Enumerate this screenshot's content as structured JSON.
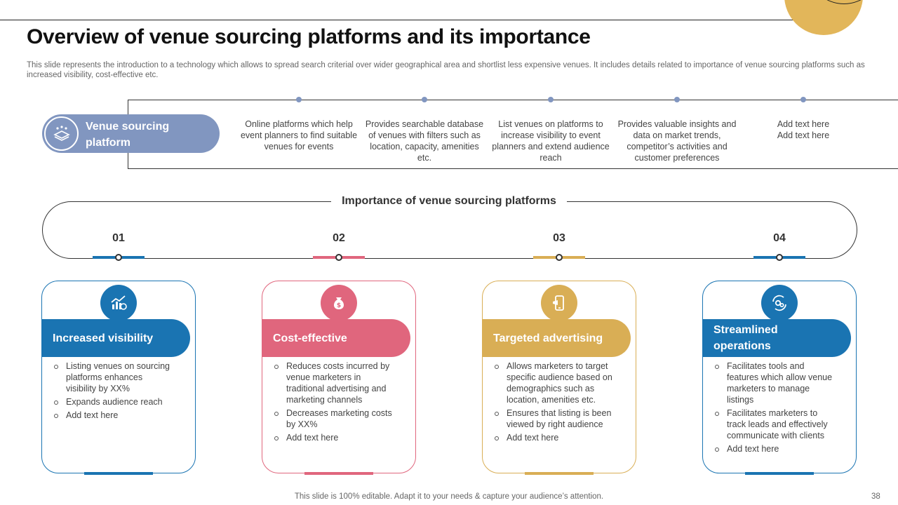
{
  "title": "Overview of venue sourcing platforms and its importance",
  "subtitle": "This slide represents the introduction to a technology which allows to spread search criterial over wider geographical area and shortlist less expensive venues. It includes details related to importance of venue sourcing platforms such as increased visibility, cost-effective etc.",
  "venue": {
    "label": "Venue sourcing platform",
    "icon": "venue-platform-icon",
    "columns": [
      "Online platforms which help event planners to find suitable venues for events",
      "Provides searchable database of venues with filters such as location, capacity, amenities etc.",
      "List venues on platforms to increase visibility to event planners and extend audience reach",
      "Provides valuable insights and data on market trends, competitor’s activities and customer preferences",
      "Add text here\nAdd text here"
    ]
  },
  "importance": {
    "title": "Importance of venue sourcing platforms",
    "items": [
      {
        "number": "01",
        "heading": "Increased visibility",
        "color": "#1a74b2",
        "icon": "growth-chart-icon",
        "bullets": [
          "Listing venues on sourcing platforms enhances visibility by XX%",
          "Expands audience reach",
          "Add text here"
        ]
      },
      {
        "number": "02",
        "heading": "Cost-effective",
        "color": "#e0667d",
        "icon": "money-bag-icon",
        "bullets": [
          "Reduces costs incurred by venue marketers in traditional advertising and marketing channels",
          "Decreases marketing costs by XX%",
          "Add text here"
        ]
      },
      {
        "number": "03",
        "heading": "Targeted advertising",
        "color": "#d9ae55",
        "icon": "mobile-ad-icon",
        "bullets": [
          "Allows marketers to target specific audience based on demographics such as location, amenities etc.",
          "Ensures that listing is been viewed by right audience",
          "Add text here"
        ]
      },
      {
        "number": "04",
        "heading": "Streamlined operations",
        "color": "#1a74b2",
        "icon": "gears-cycle-icon",
        "bullets": [
          "Facilitates tools and features which allow venue marketers to manage listings",
          "Facilitates marketers to track leads and effectively communicate with clients",
          "Add text here"
        ]
      }
    ]
  },
  "footer": "This slide is 100% editable. Adapt it to your needs & capture your audience’s attention.",
  "page_number": "38"
}
